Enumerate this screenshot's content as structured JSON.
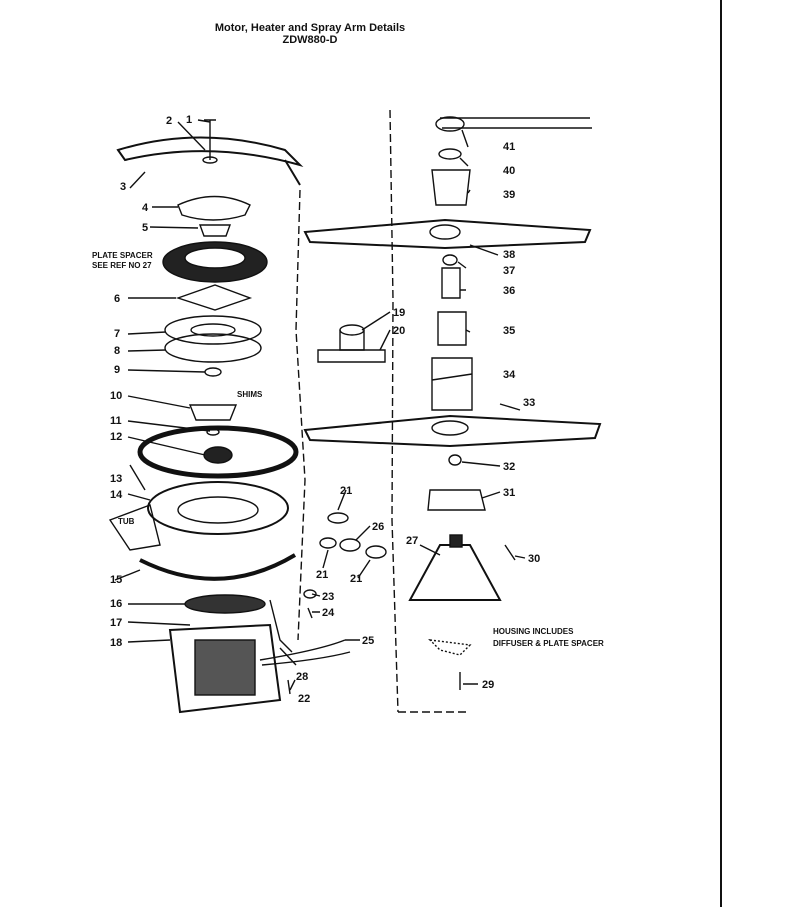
{
  "title": "Motor, Heater and Spray Arm Details",
  "model": "ZDW880-D",
  "labels": {
    "plate_spacer_1": "PLATE SPACER",
    "plate_spacer_2": "SEE REF NO 27",
    "shims": "SHIMS",
    "tub": "TUB",
    "housing_1": "HOUSING INCLUDES",
    "housing_2": "DIFFUSER & PLATE SPACER"
  },
  "callouts": {
    "c1": "1",
    "c2": "2",
    "c3": "3",
    "c4": "4",
    "c5": "5",
    "c6": "6",
    "c7": "7",
    "c8": "8",
    "c9": "9",
    "c10": "10",
    "c11": "11",
    "c12": "12",
    "c13": "13",
    "c14": "14",
    "c15": "15",
    "c16": "16",
    "c17": "17",
    "c18": "18",
    "c19": "19",
    "c20": "20",
    "c21a": "21",
    "c21b": "21",
    "c21c": "21",
    "c22": "22",
    "c23": "23",
    "c24": "24",
    "c25": "25",
    "c26": "26",
    "c27": "27",
    "c28": "28",
    "c29": "29",
    "c30": "30",
    "c31": "31",
    "c32": "32",
    "c33": "33",
    "c34": "34",
    "c35": "35",
    "c36": "36",
    "c37": "37",
    "c38": "38",
    "c39": "39",
    "c40": "40",
    "c41": "41"
  }
}
